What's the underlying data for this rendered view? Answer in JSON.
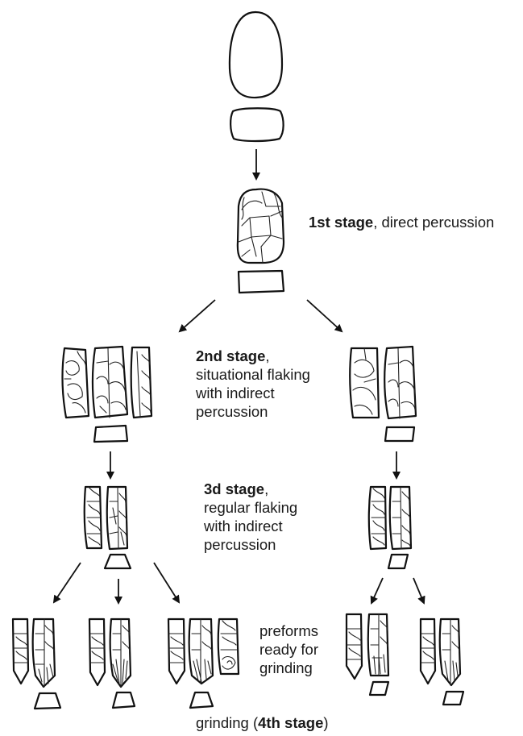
{
  "stage1": {
    "bold": "1st stage",
    "rest": ", direct percussion"
  },
  "stage2": {
    "bold": "2nd stage",
    "comma": ",",
    "lines": [
      "situational flaking",
      "with indirect",
      "percussion"
    ]
  },
  "stage3": {
    "bold": "3d stage",
    "comma": ",",
    "lines": [
      "regular flaking",
      "with indirect",
      "percussion"
    ]
  },
  "preforms": {
    "lines": [
      "preforms",
      "ready for",
      "grinding"
    ]
  },
  "stage4": {
    "prefix": "grinding (",
    "bold": "4th stage",
    "suffix": ")"
  }
}
